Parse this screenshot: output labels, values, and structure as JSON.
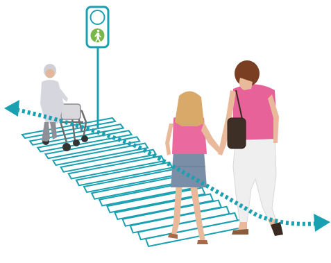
{
  "scene": {
    "signal": {
      "icons": [
        "circle-off-light-icon",
        "pedestrian-walk-icon"
      ],
      "active_light": "walk"
    },
    "colors": {
      "teal": "#1aa0b0",
      "walk_green": "#7ab648",
      "pink_shirt": "#e8629a",
      "denim": "#7b8ea8",
      "white_pants": "#eeeeee",
      "hair_blonde": "#d9a96a",
      "hair_brown": "#7a3f22",
      "skin": "#e8b99a",
      "grey_coat": "#cfcfd6"
    },
    "figures": [
      "elderly-woman-with-walker",
      "girl-in-pink-top",
      "woman-in-pink-top"
    ],
    "crosswalk_stripes": 17
  }
}
